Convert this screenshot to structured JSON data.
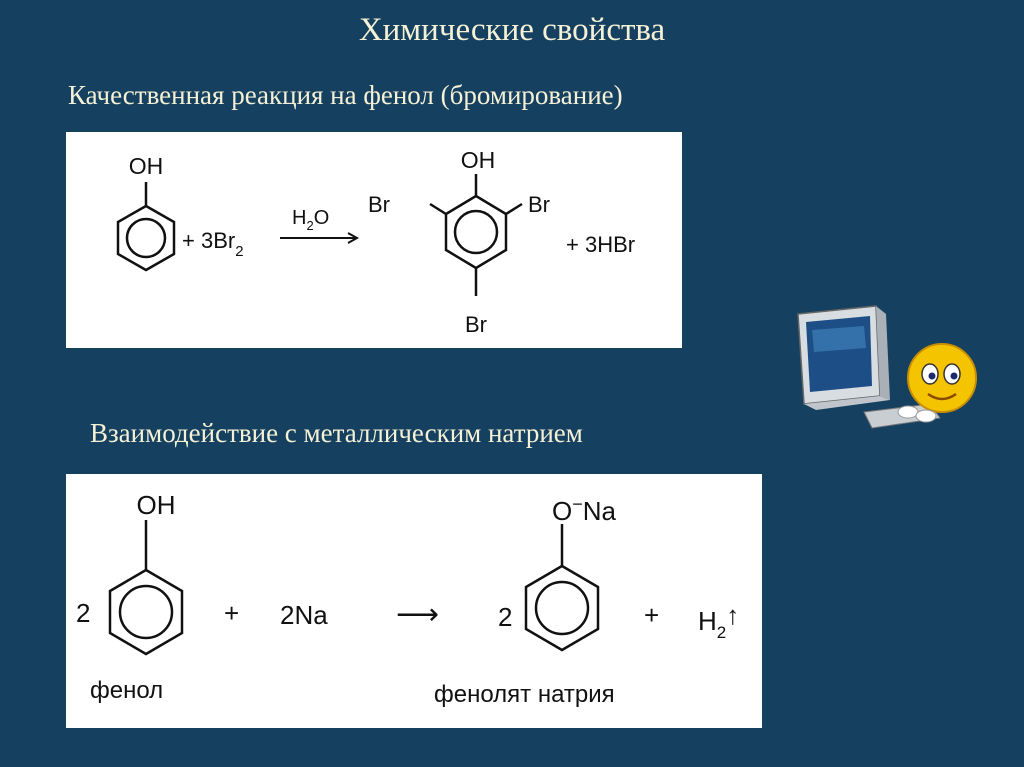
{
  "slide": {
    "title": "Химические свойства",
    "section1_heading": "Качественная реакция на фенол (бромирование)",
    "section2_heading": "Взаимодействие с металлическим натрием"
  },
  "reaction1": {
    "reactant_group": "OH",
    "reagent": "+ 3Br",
    "reagent_subscript": "2",
    "condition_main": "H",
    "condition_subscript": "2",
    "condition_end": "O",
    "product_group": "OH",
    "product_sub_left": "Br",
    "product_sub_right": "Br",
    "product_sub_bottom": "Br",
    "byproduct": "+ 3HBr"
  },
  "reaction2": {
    "coefficient_left": "2",
    "reactant_group": "OH",
    "plus1": "+",
    "reagent": "2Na",
    "arrow": "⟶",
    "coefficient_right": "2",
    "product_group": "O",
    "product_charge": "−",
    "product_cation": "Na",
    "plus2": "+",
    "gas": "H",
    "gas_subscript": "2",
    "gas_arrow": "↑",
    "reactant_name": "фенол",
    "product_name": "фенолят натрия"
  },
  "decoration": {
    "icon": "computer-smiley-icon",
    "colors": {
      "background": "#16405f",
      "heading_text": "#f4f1d6",
      "panel": "#ffffff",
      "smiley": "#f5c400"
    }
  }
}
